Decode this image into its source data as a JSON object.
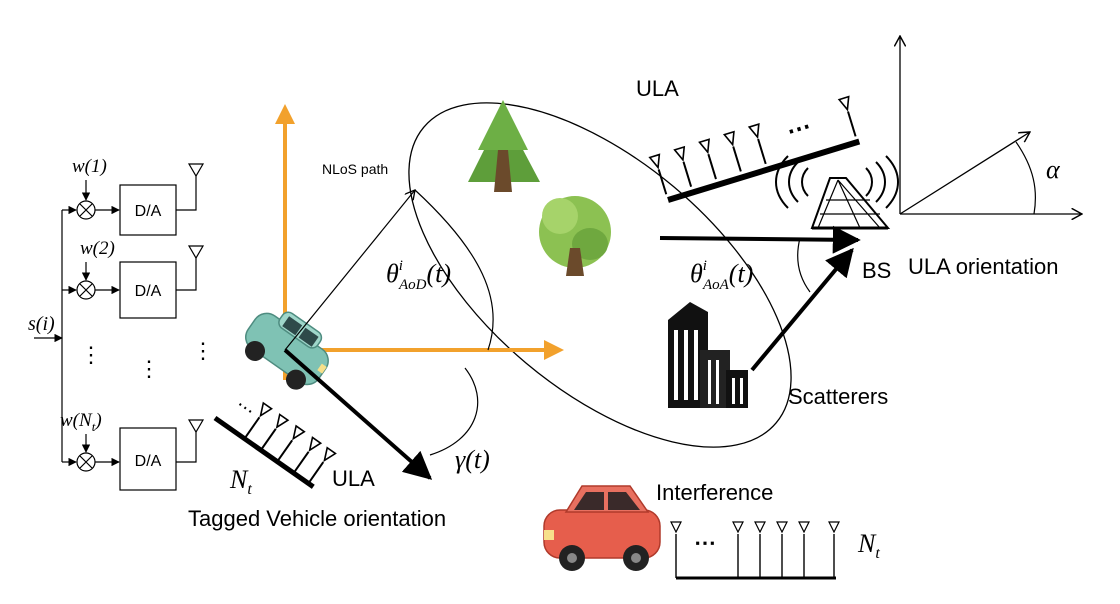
{
  "beamformer": {
    "input": "s(i)",
    "weights": [
      "w(1)",
      "w(2)",
      "w(N",
      "t",
      ")"
    ],
    "dac": "D/A",
    "dots": "⋮"
  },
  "labels": {
    "nlos_path": "NLoS path",
    "aod_theta": "θ",
    "aod_sup": "i",
    "aod_sub": "AoD",
    "aod_t": "(t)",
    "aoa_theta": "θ",
    "aoa_sup": "i",
    "aoa_sub": "AoA",
    "aoa_t": "(t)",
    "gamma": "γ(t)",
    "alpha": "α",
    "ula_top": "ULA",
    "ula_vehicle": "ULA",
    "bs": "BS",
    "ula_orientation": "ULA orientation",
    "scatterers": "Scatterers",
    "interference": "Interference",
    "tagged_vehicle_orientation": "Tagged Vehicle orientation",
    "nt_left_N": "N",
    "nt_left_t": "t",
    "nt_right_N": "N",
    "nt_right_t": "t",
    "ellipsis": "⋯"
  },
  "colors": {
    "axis_orange": "#F2A12C",
    "tree_green": "#5E9E3A",
    "tree_light": "#8CC152",
    "trunk": "#6B4A2B",
    "car_teal": "#7FC2B4",
    "car_red": "#E65E4C"
  },
  "icons": [
    "tree-icon",
    "building-icon",
    "car-icon",
    "antenna-icon",
    "base-station-icon"
  ]
}
